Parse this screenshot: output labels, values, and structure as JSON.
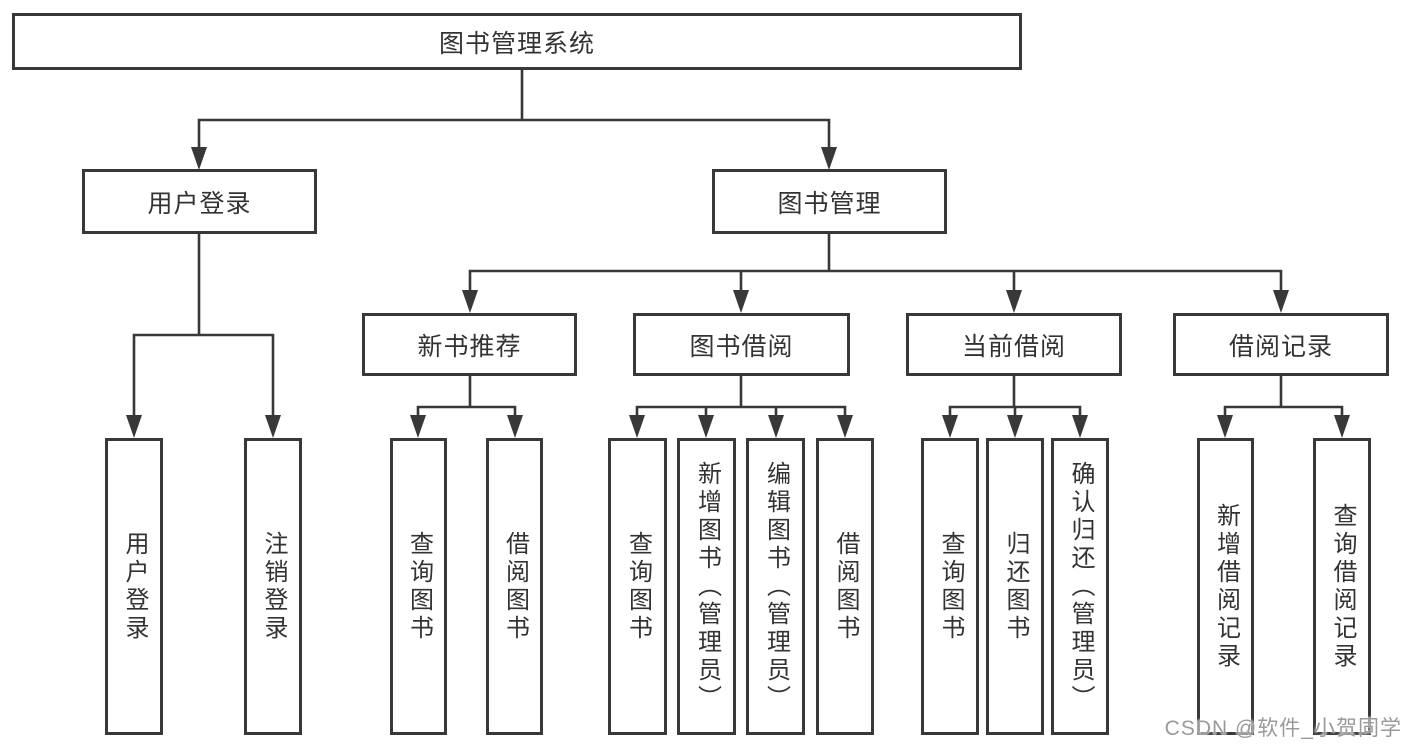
{
  "tree": {
    "root": {
      "label": "图书管理系统"
    },
    "branches": [
      {
        "label": "用户登录",
        "children": [
          {
            "label": "用户登录"
          },
          {
            "label": "注销登录"
          }
        ]
      },
      {
        "label": "图书管理",
        "children": [
          {
            "label": "新书推荐",
            "children": [
              {
                "label": "查询图书"
              },
              {
                "label": "借阅图书"
              }
            ]
          },
          {
            "label": "图书借阅",
            "children": [
              {
                "label": "查询图书"
              },
              {
                "label": "新增图书（管理员）"
              },
              {
                "label": "编辑图书（管理员）"
              },
              {
                "label": "借阅图书"
              }
            ]
          },
          {
            "label": "当前借阅",
            "children": [
              {
                "label": "查询图书"
              },
              {
                "label": "归还图书"
              },
              {
                "label": "确认归还（管理员）"
              }
            ]
          },
          {
            "label": "借阅记录",
            "children": [
              {
                "label": "新增借阅记录"
              },
              {
                "label": "查询借阅记录"
              }
            ]
          }
        ]
      }
    ]
  },
  "watermark": {
    "text": "CSDN @软件_小贺同学"
  },
  "colors": {
    "line": "#383838",
    "box_border": "#383838",
    "box_fill": "#ffffff",
    "text": "#333333",
    "watermark": "#9a9a9a",
    "background": "#ffffff"
  }
}
